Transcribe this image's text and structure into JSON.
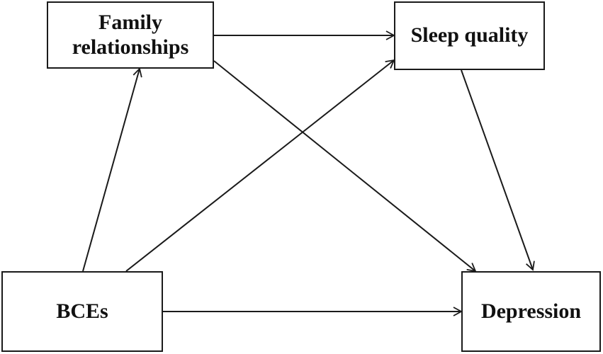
{
  "diagram": {
    "nodes": {
      "family_relationships": {
        "label": "Family\nrelationships"
      },
      "sleep_quality": {
        "label": "Sleep quality"
      },
      "bces": {
        "label": "BCEs"
      },
      "depression": {
        "label": "Depression"
      }
    },
    "edges": [
      {
        "from": "bces",
        "to": "family_relationships"
      },
      {
        "from": "bces",
        "to": "sleep_quality"
      },
      {
        "from": "bces",
        "to": "depression"
      },
      {
        "from": "family_relationships",
        "to": "sleep_quality"
      },
      {
        "from": "family_relationships",
        "to": "depression"
      },
      {
        "from": "sleep_quality",
        "to": "depression"
      }
    ],
    "colors": {
      "line": "#1a1a1a",
      "background": "#ffffff",
      "text": "#111111"
    }
  }
}
